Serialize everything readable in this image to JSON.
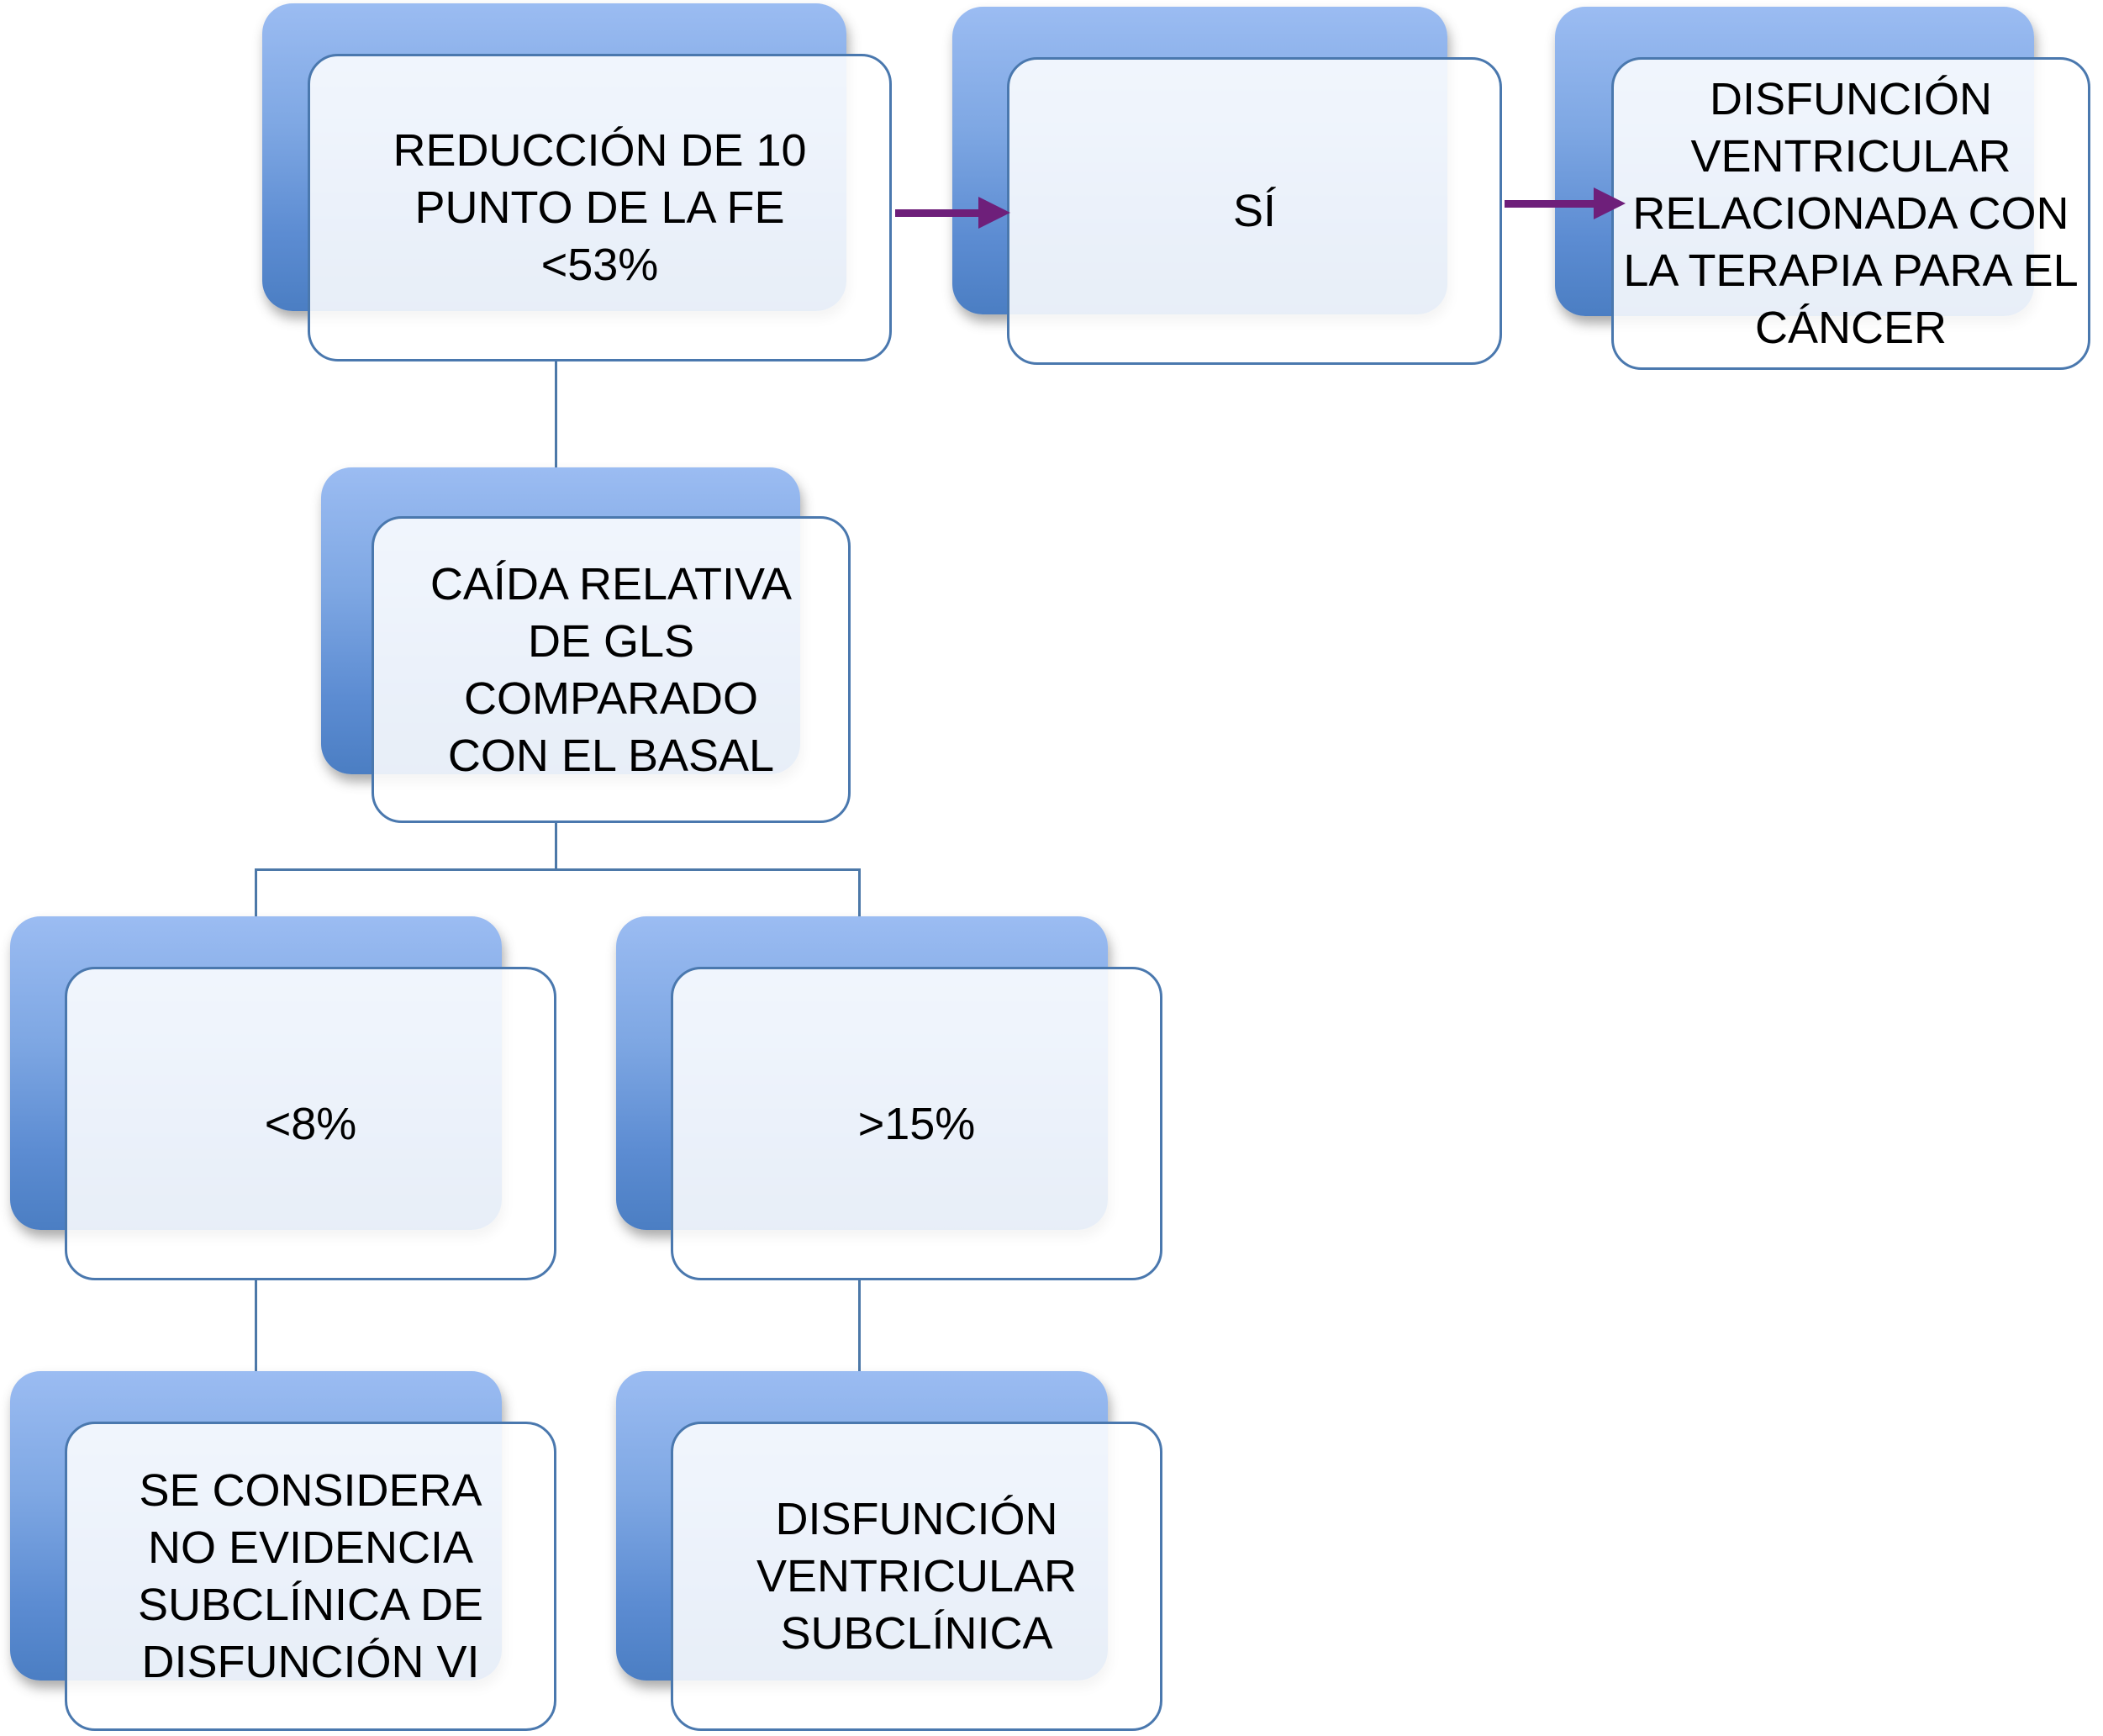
{
  "diagram": {
    "type": "flowchart",
    "language": "es",
    "background": "#ffffff",
    "colors": {
      "node_shadow_top": "#9bbcf2",
      "node_shadow_bottom": "#4b7ec3",
      "node_border": "#4a78ae",
      "node_fill": "rgba(255,255,255,0.87)",
      "connector": "#4c78a8",
      "arrow": "#6e1f7a",
      "text": "#000000"
    },
    "nodes": [
      {
        "id": "reduccion-fe",
        "label": "REDUCCIÓN DE 10\nPUNTO DE LA FE\n<53%"
      },
      {
        "id": "si",
        "label": "SÍ"
      },
      {
        "id": "disfuncion-terapia-cancer",
        "label": "DISFUNCIÓN\nVENTRICULAR\nRELACIONADA CON\nLA TERAPIA PARA EL\nCÁNCER"
      },
      {
        "id": "caida-gls",
        "label": "CAÍDA RELATIVA\nDE GLS\nCOMPARADO\nCON EL BASAL"
      },
      {
        "id": "menor-8",
        "label": "<8%"
      },
      {
        "id": "mayor-15",
        "label": ">15%"
      },
      {
        "id": "no-evidencia",
        "label": "SE CONSIDERA\nNO EVIDENCIA\nSUBCLÍNICA DE\nDISFUNCIÓN VI"
      },
      {
        "id": "disfuncion-subclinica",
        "label": "DISFUNCIÓN\nVENTRICULAR\nSUBCLÍNICA"
      }
    ],
    "edges": [
      {
        "from": "reduccion-fe",
        "to": "si",
        "style": "arrow"
      },
      {
        "from": "si",
        "to": "disfuncion-terapia-cancer",
        "style": "arrow"
      },
      {
        "from": "reduccion-fe",
        "to": "caida-gls",
        "style": "line"
      },
      {
        "from": "caida-gls",
        "to": "menor-8",
        "style": "line"
      },
      {
        "from": "caida-gls",
        "to": "mayor-15",
        "style": "line"
      },
      {
        "from": "menor-8",
        "to": "no-evidencia",
        "style": "line"
      },
      {
        "from": "mayor-15",
        "to": "disfuncion-subclinica",
        "style": "line"
      }
    ]
  }
}
